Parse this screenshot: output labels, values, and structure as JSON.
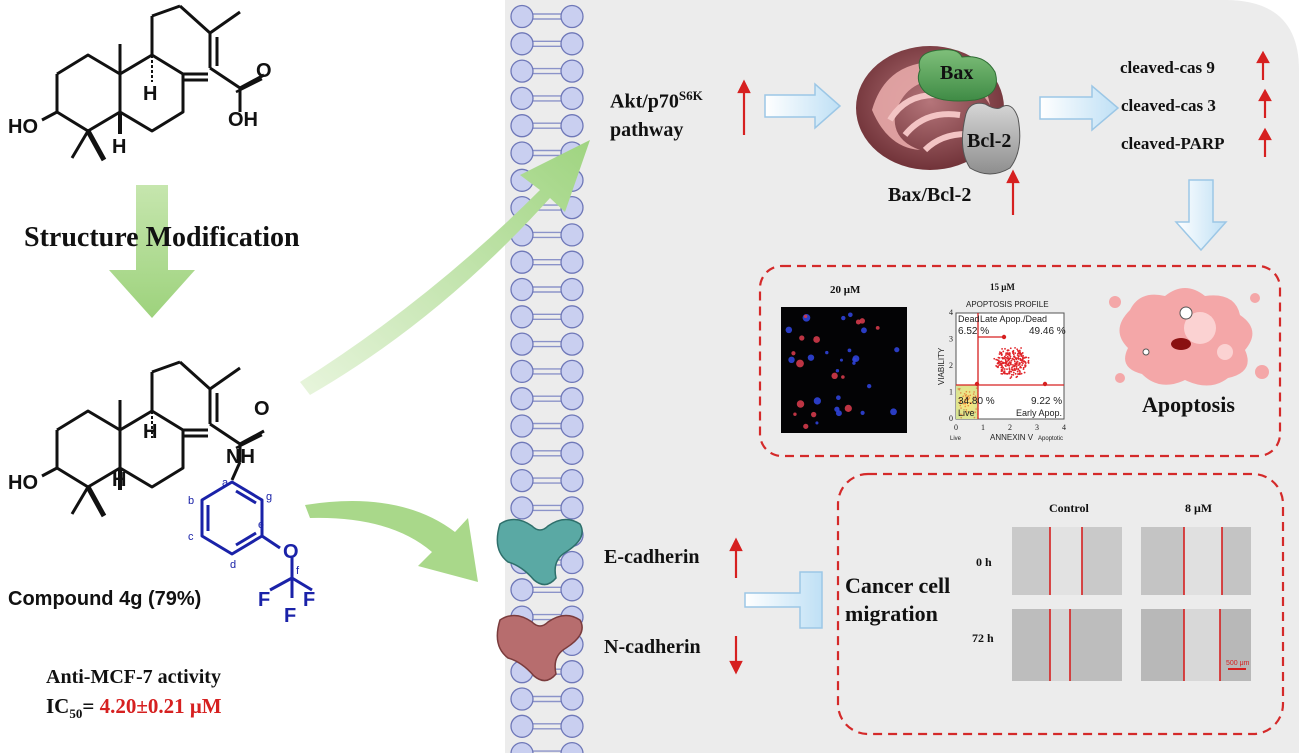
{
  "left": {
    "modification_label": "Structure Modification",
    "compound_label": "Compound 4g (79%)",
    "activity_title": "Anti-MCF-7 activity",
    "ic50_prefix": "IC",
    "ic50_sub": "50",
    "ic50_eq": "=",
    "ic50_value": "4.20±0.21 μM",
    "atoms_top": {
      "ho": "HO",
      "h1": "H",
      "h2": "H",
      "o": "O",
      "oh": "OH"
    },
    "atoms_bottom": {
      "ho": "HO",
      "h1": "H",
      "h2": "H",
      "o": "O",
      "nh": "NH",
      "o2": "O",
      "f1": "F",
      "f2": "F",
      "f3": "F"
    },
    "ring_labels": [
      "a",
      "b",
      "c",
      "d",
      "e",
      "g",
      "f"
    ]
  },
  "pathway": {
    "akt_label": "Akt/p70",
    "akt_sup": "S6K",
    "akt_label2": "pathway",
    "bax": "Bax",
    "bcl2": "Bcl-2",
    "ratio": "Bax/Bcl-2",
    "cleaved": [
      "cleaved-cas 9",
      "cleaved-cas 3",
      "cleaved-PARP"
    ]
  },
  "apoptosis": {
    "micrograph_title": "20 μM",
    "flow_title": "15 μM",
    "flow_header": "APOPTOSIS PROFILE",
    "q_dead": "Dead",
    "q_late": "Late Apop./Dead",
    "q_dead_pct": "6.52 %",
    "q_late_pct": "49.46 %",
    "q_live_pct": "34.80 %",
    "q_live": "Live",
    "q_early_pct": "9.22 %",
    "q_early": "Early Apop.",
    "y_axis": "VIABILITY",
    "x_axis": "ANNEXIN V",
    "x_live": "Live",
    "x_apoptotic": "Apoptotic",
    "label": "Apoptosis"
  },
  "migration": {
    "ecad": "E-cadherin",
    "ncad": "N-cadherin",
    "title1": "Cancer cell",
    "title2": "migration",
    "col_control": "Control",
    "col_dose": "8 μM",
    "row_0h": "0 h",
    "row_72h": "72 h",
    "scale": "500 μm"
  },
  "colors": {
    "arrow_green": "#a9d88a",
    "panel_grey": "#ececec",
    "membrane": "#c9cff0",
    "accent_red": "#d62020",
    "outline_blue": "#3a4db0",
    "dash_red": "#d42a2a"
  }
}
